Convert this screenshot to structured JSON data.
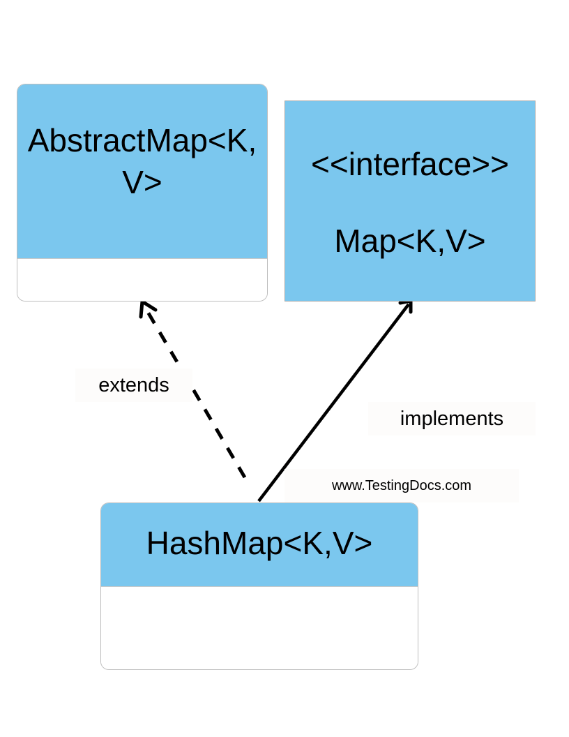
{
  "classes": {
    "abstract_map": {
      "title": "AbstractMap<K, V>"
    },
    "map_interface": {
      "stereotype": "<<interface>>",
      "name": "Map<K,V>"
    },
    "hash_map": {
      "title": "HashMap<K,V>"
    }
  },
  "relations": {
    "extends_label": "extends",
    "implements_label": "implements"
  },
  "watermark": "www.TestingDocs.com",
  "colors": {
    "class_header": "#7bc7ee",
    "class_border": "#bdbdbd",
    "arrow": "#000000",
    "label_background": "#fdfcfb"
  }
}
